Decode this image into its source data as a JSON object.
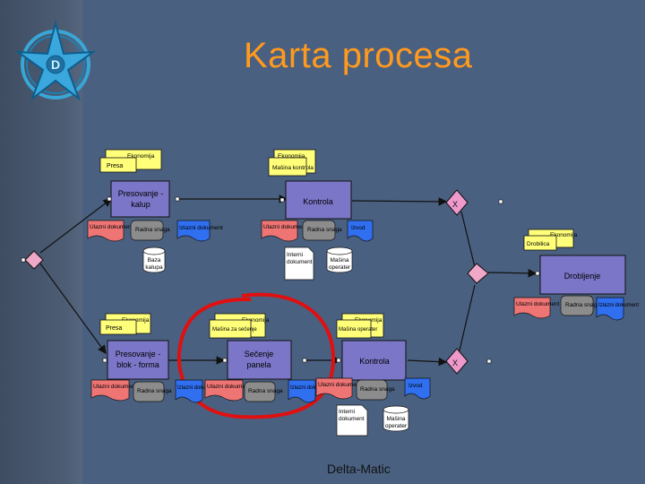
{
  "slide": {
    "title": "Karta procesa",
    "footer": "Delta-Matic"
  },
  "colors": {
    "background": "#4a6080",
    "title": "#ff9a1e",
    "activity": "#7b76c8",
    "event": "#f0a8c8",
    "input_doc": "#ef7575",
    "resource": "#8c8c8c",
    "output_doc": "#2f6ff0",
    "role_note": "#ffff7a",
    "gateway": "#ee99cc",
    "highlight": "#e01010"
  },
  "logo": {
    "letter": "D"
  },
  "diagram": {
    "activities": [
      {
        "label_lines": [
          "Presovanje -",
          "kalup"
        ]
      },
      {
        "label_lines": [
          "Kontrola"
        ]
      },
      {
        "label_lines": [
          "Drobljenje"
        ]
      },
      {
        "label_lines": [
          "Presovanje -",
          "blok - forma"
        ]
      },
      {
        "label_lines": [
          "Sečenje",
          "panela"
        ]
      },
      {
        "label_lines": [
          "Kontrola"
        ]
      }
    ],
    "role_notes": [
      {
        "back": "Ekonomija",
        "front": "Presa"
      },
      {
        "back": "Ekonomija",
        "front": "Mašina kontrola"
      },
      {
        "back": "Ekonomija",
        "front": "Drobilica"
      },
      {
        "back": "Ekonomija",
        "front": "Presa"
      },
      {
        "back": "Ekonomija",
        "front": "Mašina za sečenje"
      },
      {
        "back": "Ekonomija",
        "front": "Mašina operater"
      }
    ],
    "input_docs": [
      "Ulazni dokument",
      "Ulazni dokument",
      "Ulazni dokument",
      "Ulazni dokument",
      "Ulazni dokument",
      "Ulazni dokument"
    ],
    "resources": [
      "Radna snaga",
      "Radna snaga",
      "Radna snaga",
      "Radna snaga",
      "Radna snaga",
      "Radna snaga"
    ],
    "output_docs": [
      "Izlazni dokument",
      "Izvod",
      "Izlazni dokument",
      "Izlazni dokument",
      "Izlazni dokument",
      "Izvod"
    ],
    "databases": [
      {
        "label_lines": [
          "Baza",
          "kalupa"
        ]
      },
      {
        "label_lines": [
          "Mašina",
          "operater"
        ]
      },
      {
        "label_lines": [
          "Mašina",
          "operater"
        ]
      }
    ],
    "internal_docs": [
      {
        "label_lines": [
          "Interni",
          "dokument"
        ]
      },
      {
        "label_lines": [
          "Interni",
          "dokument"
        ]
      }
    ],
    "gateway_marks": [
      "X",
      "X"
    ]
  }
}
